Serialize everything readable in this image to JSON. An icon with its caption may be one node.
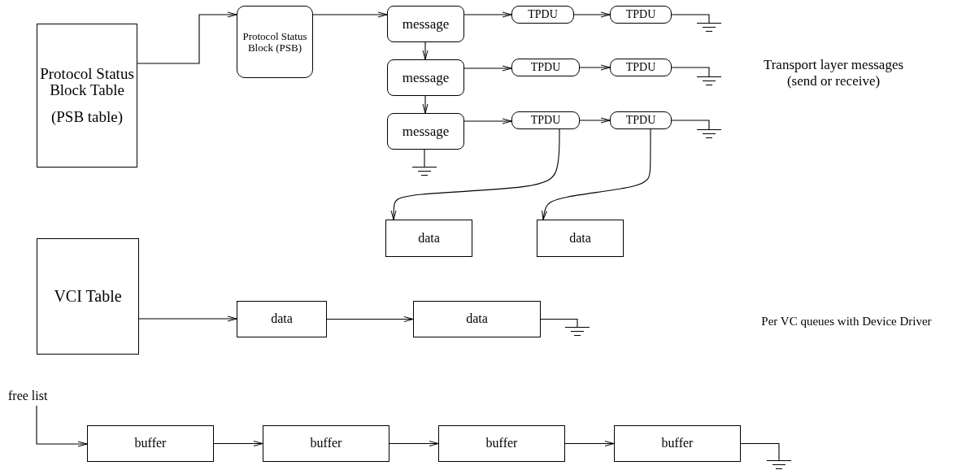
{
  "diagram": {
    "nodes": [
      {
        "text": [
          "Protocol Status Block Table",
          "(PSB table)"
        ]
      },
      {
        "text": [
          "Protocol Status Block (PSB)"
        ]
      },
      {
        "text": [
          "message"
        ]
      },
      {
        "text": [
          "TPDU"
        ]
      },
      {
        "text": [
          "TPDU"
        ]
      },
      {
        "text": [],
        "shape": "ground"
      },
      {
        "text": [
          "message"
        ]
      },
      {
        "text": [
          "TPDU"
        ]
      },
      {
        "text": [
          "TPDU"
        ]
      },
      {
        "text": [],
        "shape": "ground"
      },
      {
        "text": [
          "message"
        ]
      },
      {
        "text": [
          "TPDU"
        ]
      },
      {
        "text": [
          "TPDU"
        ]
      },
      {
        "text": [],
        "shape": "ground"
      },
      {
        "text": [],
        "shape": "ground"
      },
      {
        "text": [
          "data"
        ]
      },
      {
        "text": [
          "data"
        ]
      },
      {
        "text": [
          "VCI Table"
        ]
      },
      {
        "text": [
          "data"
        ]
      },
      {
        "text": [
          "data"
        ]
      },
      {
        "text": [],
        "shape": "ground"
      },
      {
        "text": [
          "free list"
        ]
      },
      {
        "text": [
          "buffer"
        ]
      },
      {
        "text": [
          "buffer"
        ]
      },
      {
        "text": [
          "buffer"
        ]
      },
      {
        "text": [
          "buffer"
        ]
      },
      {
        "text": [],
        "shape": "ground"
      }
    ],
    "edges": [
      {
        "from": 0,
        "to": 1,
        "arrow": "to"
      },
      {
        "from": 1,
        "to": 2,
        "arrow": "to"
      },
      {
        "from": 2,
        "to": 3,
        "arrow": "to"
      },
      {
        "from": 3,
        "to": 4,
        "arrow": "to"
      },
      {
        "from": 4,
        "to": 5,
        "arrow": "none"
      },
      {
        "from": 2,
        "to": 6,
        "arrow": "to"
      },
      {
        "from": 6,
        "to": 7,
        "arrow": "to"
      },
      {
        "from": 7,
        "to": 8,
        "arrow": "to"
      },
      {
        "from": 8,
        "to": 9,
        "arrow": "none"
      },
      {
        "from": 6,
        "to": 10,
        "arrow": "to"
      },
      {
        "from": 10,
        "to": 11,
        "arrow": "to"
      },
      {
        "from": 11,
        "to": 12,
        "arrow": "to"
      },
      {
        "from": 12,
        "to": 13,
        "arrow": "none"
      },
      {
        "from": 10,
        "to": 14,
        "arrow": "none"
      },
      {
        "from": 11,
        "to": 15,
        "arrow": "to"
      },
      {
        "from": 12,
        "to": 16,
        "arrow": "to"
      },
      {
        "from": 17,
        "to": 18,
        "arrow": "to"
      },
      {
        "from": 18,
        "to": 19,
        "arrow": "to"
      },
      {
        "from": 19,
        "to": 20,
        "arrow": "none"
      },
      {
        "from": 21,
        "to": 22,
        "arrow": "to"
      },
      {
        "from": 22,
        "to": 23,
        "arrow": "to"
      },
      {
        "from": 23,
        "to": 24,
        "arrow": "to"
      },
      {
        "from": 24,
        "to": 25,
        "arrow": "to"
      },
      {
        "from": 25,
        "to": 26,
        "arrow": "none"
      }
    ],
    "labels": [
      "Transport layer messages (send or receive)",
      "Per VC queues with Device Driver"
    ]
  }
}
